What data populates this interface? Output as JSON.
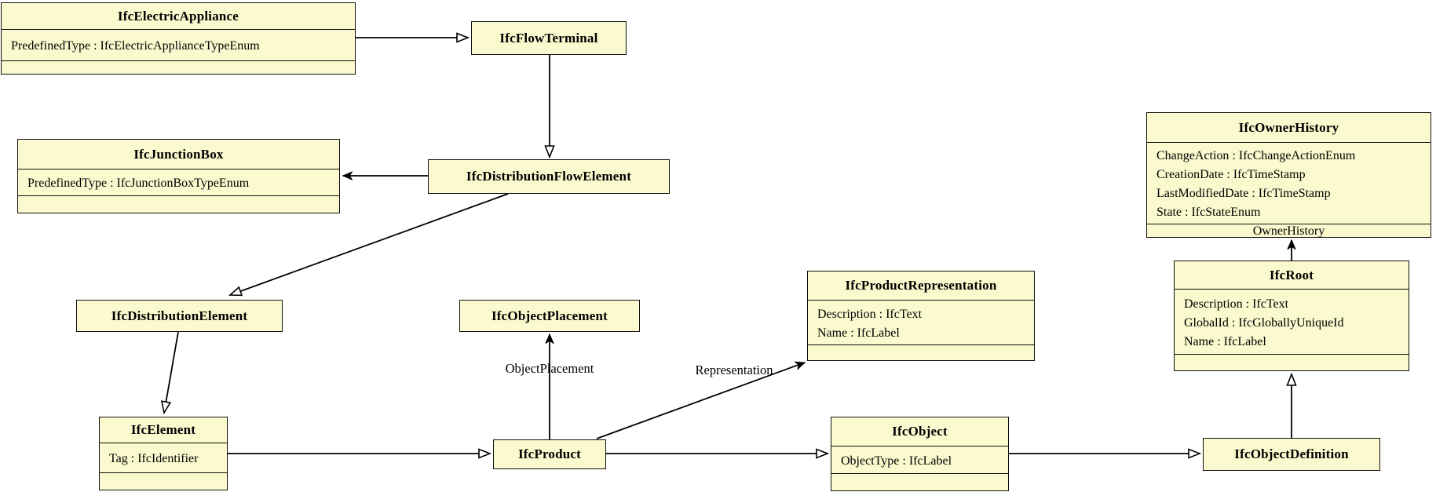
{
  "colors": {
    "box_fill": "#FBF9CE",
    "box_border": "#101010",
    "line": "#000000",
    "background": "#FFFFFF"
  },
  "classes": {
    "electric_appliance": {
      "title": "IfcElectricAppliance",
      "attributes": [
        "PredefinedType : IfcElectricApplianceTypeEnum"
      ]
    },
    "flow_terminal": {
      "title": "IfcFlowTerminal"
    },
    "junction_box": {
      "title": "IfcJunctionBox",
      "attributes": [
        "PredefinedType : IfcJunctionBoxTypeEnum"
      ]
    },
    "distribution_flow_element": {
      "title": "IfcDistributionFlowElement"
    },
    "distribution_element": {
      "title": "IfcDistributionElement"
    },
    "element": {
      "title": "IfcElement",
      "attributes": [
        "Tag : IfcIdentifier"
      ]
    },
    "object_placement": {
      "title": "IfcObjectPlacement"
    },
    "product": {
      "title": "IfcProduct"
    },
    "product_representation": {
      "title": "IfcProductRepresentation",
      "attributes": [
        "Description : IfcText",
        "Name : IfcLabel"
      ]
    },
    "object": {
      "title": "IfcObject",
      "attributes": [
        "ObjectType : IfcLabel"
      ]
    },
    "object_definition": {
      "title": "IfcObjectDefinition"
    },
    "root": {
      "title": "IfcRoot",
      "attributes": [
        "Description : IfcText",
        "GlobalId : IfcGloballyUniqueId",
        "Name : IfcLabel"
      ]
    },
    "owner_history": {
      "title": "IfcOwnerHistory",
      "attributes": [
        "ChangeAction : IfcChangeActionEnum",
        "CreationDate : IfcTimeStamp",
        "LastModifiedDate : IfcTimeStamp",
        "State : IfcStateEnum"
      ],
      "footer_label": "OwnerHistory"
    }
  },
  "edge_labels": {
    "object_placement": "ObjectPlacement",
    "representation": "Representation"
  }
}
